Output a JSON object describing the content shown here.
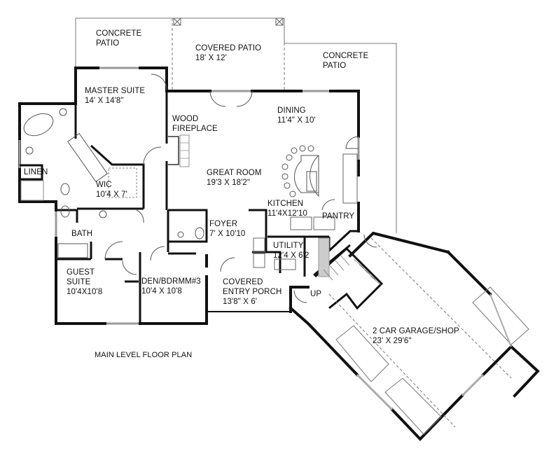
{
  "plan": {
    "title": "MAIN LEVEL FLOOR PLAN",
    "colors": {
      "wall": "#111111",
      "line": "#555555",
      "dash": "#888888",
      "window": "#aaaaaa",
      "background": "#ffffff"
    }
  },
  "rooms": {
    "concrete_patio_left": {
      "name": "CONCRETE",
      "dims": "PATIO"
    },
    "covered_patio": {
      "name": "COVERED PATIO",
      "dims": "18' X 12'"
    },
    "concrete_patio_right": {
      "name": "CONCRETE",
      "dims": "PATIO"
    },
    "master_suite": {
      "name": "MASTER SUITE",
      "dims": "14' X 14'8\""
    },
    "wood_fireplace": {
      "name": "WOOD",
      "dims": "FIREPLACE"
    },
    "dining": {
      "name": "DINING",
      "dims": "11'4\" X 10'"
    },
    "great_room": {
      "name": "GREAT ROOM",
      "dims": "19'3 X 18'2\""
    },
    "linen": {
      "name": "LINEN"
    },
    "wic": {
      "name": "WIC",
      "dims": "10'4 X 7'"
    },
    "kitchen": {
      "name": "KITCHEN",
      "dims": "11'4X12'10"
    },
    "pantry": {
      "name": "PANTRY"
    },
    "foyer": {
      "name": "FOYER",
      "dims": "7' X 10'10"
    },
    "utility": {
      "name": "UTILITY",
      "dims": "12'4 X 6'2"
    },
    "bath": {
      "name": "BATH"
    },
    "guest_suite": {
      "name": "GUEST",
      "name2": "SUITE",
      "dims": "10'4X10'8"
    },
    "den": {
      "name": "DEN/BDRMM#3",
      "dims": "10'4 X 10'8"
    },
    "covered_entry_porch": {
      "name": "COVERED",
      "name2": "ENTRY PORCH",
      "dims": "13'8\" X 6'"
    },
    "stairs": {
      "name": "UP"
    },
    "garage": {
      "name": "2 CAR GARAGE/SHOP",
      "dims": "23' X 29'6\""
    }
  }
}
